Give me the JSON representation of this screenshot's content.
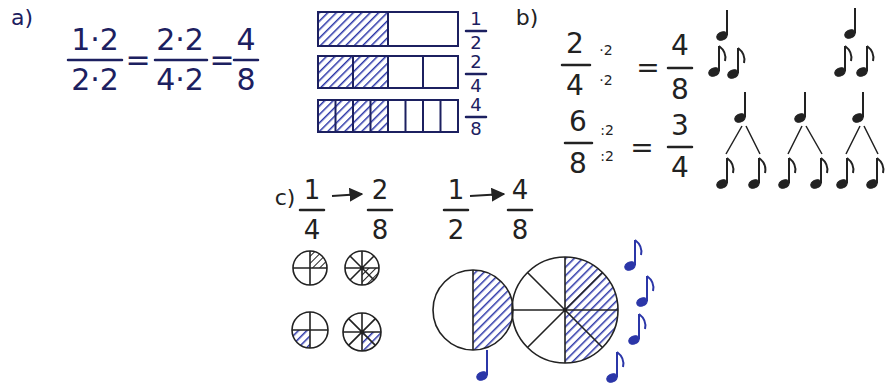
{
  "diagram": {
    "labels": [
      "a)",
      "1·2",
      "2·2",
      "=",
      "2·2",
      "4·2",
      "=",
      "4",
      "8",
      "1",
      "2",
      "2",
      "4",
      "4",
      "8",
      "b)",
      "2",
      "4",
      "·2",
      "·2",
      "=",
      "4",
      "8",
      "6",
      "8",
      ":2",
      ":2",
      "=",
      "3",
      "4",
      "c)",
      "1",
      "4",
      "2",
      "8",
      "1",
      "2",
      "4",
      "8"
    ]
  }
}
